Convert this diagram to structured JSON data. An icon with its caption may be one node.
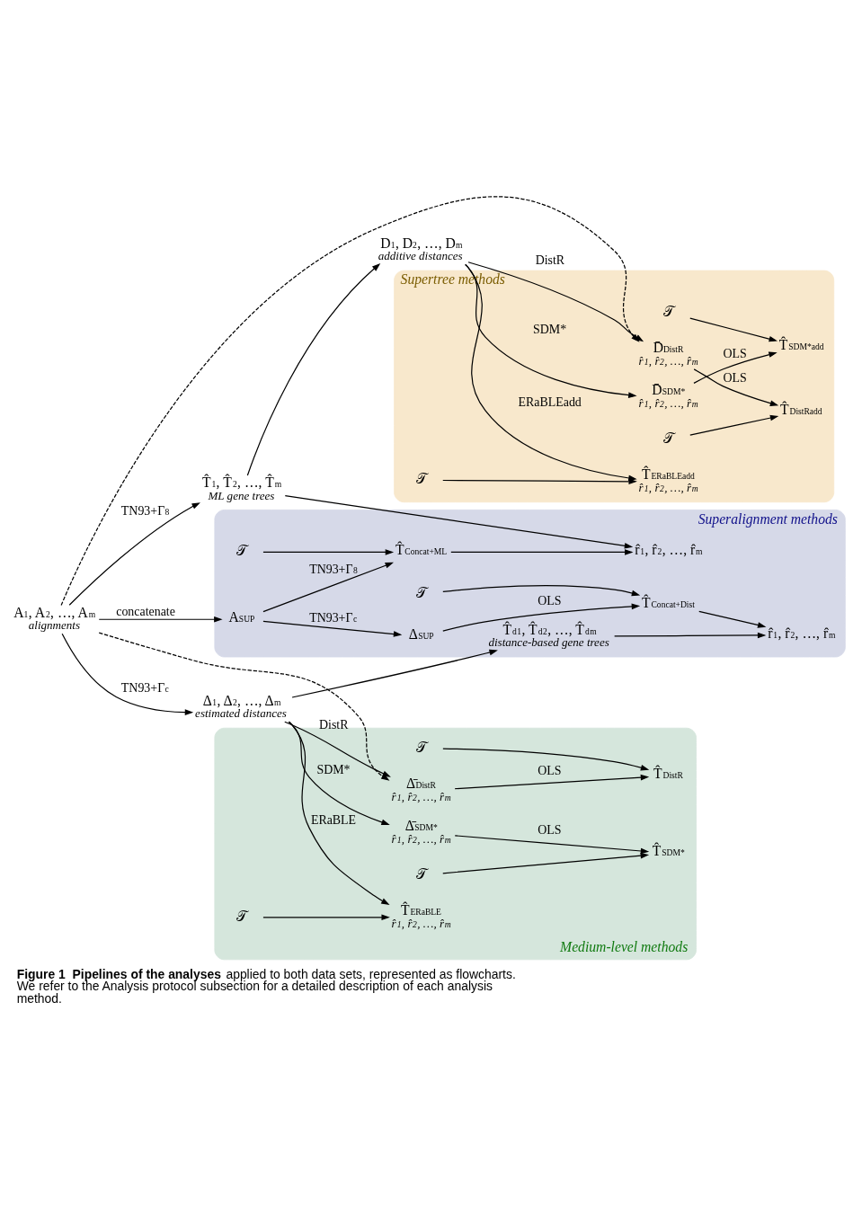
{
  "diagram": {
    "caption": "**Figure 1  Pipelines of the analyses** applied to both data sets, represented as flowcharts. We refer to the Analysis protocol subsection for a detailed description of each analysis method.",
    "nodes": [
      {
        "text": [
          "Supertree methods"
        ]
      },
      {
        "text": [
          "𝒯"
        ],
        "in": 0
      },
      {
        "text": [
          "D̄$_{SDM*}$",
          "r̂$_{1}$, r̂$_{2}$, …, r̂$_{m}$"
        ],
        "in": 0
      },
      {
        "text": [
          "T̂$_{SDM*add}$"
        ],
        "in": 0
      },
      {
        "text": [
          "𝒯"
        ],
        "in": 0
      },
      {
        "text": [
          "D$_{1}$, D$_{2}$, …, D$_{m}$",
          "additive distances"
        ]
      },
      {
        "text": [
          "T̂$_{ERaBLEadd}$",
          "r̂$_{1}$, r̂$_{2}$, …, r̂$_{m}$"
        ],
        "in": 0
      },
      {
        "text": [
          "𝒯"
        ],
        "in": 0
      },
      {
        "text": [
          "D̄$_{DistR}$",
          "r̂$_{1}$, r̂$_{2}$, …, r̂$_{m}$"
        ],
        "in": 0
      },
      {
        "text": [
          "T̂$_{DistRadd}$"
        ],
        "in": 0
      },
      {
        "text": [
          "T̂$_{1}$, T̂$_{2}$, …, T̂$_{m}$",
          "ML gene trees"
        ]
      },
      {
        "text": [
          "Superalignment methods"
        ]
      },
      {
        "text": [
          "T̂$_{Concat+ML}$"
        ],
        "in": 11
      },
      {
        "text": [
          "r̂$_{1}$, r̂$_{2}$, …, r̂$_{m}$"
        ],
        "in": 11
      },
      {
        "text": [
          "𝒯"
        ],
        "in": 11
      },
      {
        "text": [
          "𝒯"
        ],
        "in": 11
      },
      {
        "text": [
          "A$_{1}$, A$_{2}$, …, A$_{m}$",
          "alignments"
        ]
      },
      {
        "text": [
          "A$_{SUP}$"
        ],
        "in": 11
      },
      {
        "text": [
          "Δ$_{SUP}$"
        ],
        "in": 11
      },
      {
        "text": [
          "T̂$_{Concat+Dist}$"
        ],
        "in": 11
      },
      {
        "text": [
          "r̂$_{1}$, r̂$_{2}$, …, r̂$_{m}$"
        ],
        "in": 11
      },
      {
        "text": [
          "T̂$^{d}$$_{1}$, T̂$^{d}$$_{2}$, …, T̂$^{d}$$_{m}$",
          "distance-based gene trees"
        ],
        "in": 11
      },
      {
        "text": [
          "Medium-level methods"
        ]
      },
      {
        "text": [
          "𝒯"
        ],
        "in": 22
      },
      {
        "text": [
          "Δ̄$_{DistR}$",
          "r̂$_{1}$, r̂$_{2}$, …, r̂$_{m}$"
        ],
        "in": 22
      },
      {
        "text": [
          "T̂$_{DistR}$"
        ],
        "in": 22
      },
      {
        "text": [
          "𝒯"
        ],
        "in": 22
      },
      {
        "text": [
          "Δ$_{1}$, Δ$_{2}$, …, Δ$_{m}$",
          "estimated distances"
        ]
      },
      {
        "text": [
          "T̂$_{ERaBLE}$",
          "r̂$_{1}$, r̂$_{2}$, …, r̂$_{m}$"
        ],
        "in": 22
      },
      {
        "text": [
          "𝒯"
        ],
        "in": 22
      },
      {
        "text": [
          "Δ̄$_{SDM*}$",
          "r̂$_{1}$, r̂$_{2}$, …, r̂$_{m}$"
        ],
        "in": 22
      },
      {
        "text": [
          "T̂$_{SDM*}$"
        ],
        "in": 22
      }
    ],
    "edges": [
      {
        "from": 17,
        "to": 12,
        "arrow": "to",
        "label": "TN93+Γ$_{8}$"
      },
      {
        "from": 10,
        "to": 5,
        "arrow": "to"
      },
      {
        "from": 5,
        "to": 2,
        "arrow": "to",
        "label": "SDM*"
      },
      {
        "from": 5,
        "to": 6,
        "arrow": "to",
        "label": "ERaBLEadd"
      },
      {
        "from": 5,
        "to": 8,
        "arrow": "to",
        "label": "DistR"
      },
      {
        "from": 2,
        "to": 3,
        "arrow": "to",
        "label": "OLS"
      },
      {
        "from": 1,
        "to": 3,
        "arrow": "to"
      },
      {
        "from": 4,
        "to": 6,
        "arrow": "to"
      },
      {
        "from": 8,
        "to": 9,
        "arrow": "to",
        "label": "OLS"
      },
      {
        "from": 7,
        "to": 9,
        "arrow": "to"
      },
      {
        "from": 16,
        "to": 8,
        "arrow": "to",
        "style": "dashed"
      },
      {
        "from": 10,
        "to": 13,
        "arrow": "to"
      },
      {
        "from": 12,
        "to": 13,
        "arrow": "to"
      },
      {
        "from": 16,
        "to": 10,
        "arrow": "to",
        "label": "TN93+Γ$_{8}$"
      },
      {
        "from": 14,
        "to": 12,
        "arrow": "to"
      },
      {
        "from": 16,
        "to": 17,
        "arrow": "to",
        "label": "concatenate"
      },
      {
        "from": 17,
        "to": 18,
        "arrow": "to",
        "label": "TN93+Γ$_{c}$"
      },
      {
        "from": 18,
        "to": 19,
        "arrow": "to",
        "label": "OLS"
      },
      {
        "from": 15,
        "to": 19,
        "arrow": "to"
      },
      {
        "from": 19,
        "to": 20,
        "arrow": "to"
      },
      {
        "from": 21,
        "to": 20,
        "arrow": "to"
      },
      {
        "from": 16,
        "to": 27,
        "arrow": "to",
        "label": "TN93+Γ$_{c}$"
      },
      {
        "from": 27,
        "to": 21,
        "arrow": "to"
      },
      {
        "from": 16,
        "to": 24,
        "arrow": "to",
        "style": "dashed"
      },
      {
        "from": 27,
        "to": 24,
        "arrow": "to",
        "label": "DistR"
      },
      {
        "from": 27,
        "to": 28,
        "arrow": "to",
        "label": "ERaBLE"
      },
      {
        "from": 27,
        "to": 30,
        "arrow": "to",
        "label": "SDM*"
      },
      {
        "from": 24,
        "to": 25,
        "arrow": "to",
        "label": "OLS"
      },
      {
        "from": 23,
        "to": 25,
        "arrow": "to"
      },
      {
        "from": 26,
        "to": 28,
        "arrow": "to"
      },
      {
        "from": 30,
        "to": 31,
        "arrow": "to",
        "label": "OLS"
      },
      {
        "from": 29,
        "to": 31,
        "arrow": "to"
      }
    ]
  }
}
